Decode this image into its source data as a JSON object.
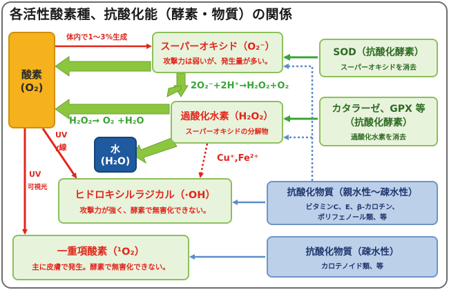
{
  "title": "各活性酸素種、抗酸化能（酵素・物質）の関係",
  "oxygen": {
    "line1": "酸素",
    "line2": "(O₂)"
  },
  "superoxide": {
    "title": "スーパーオキシド（O₂⁻）",
    "desc": "攻撃力は弱いが、発生量が多い。"
  },
  "peroxide": {
    "title": "過酸化水素（H₂O₂）",
    "desc": "スーパーオキシドの分解物"
  },
  "water": {
    "line1": "水",
    "line2": "(H₂O)"
  },
  "hydroxyl": {
    "title": "ヒドロキシルラジカル（·OH）",
    "desc": "攻撃力が強く、酵素で無害化できない。"
  },
  "singlet": {
    "title": "一重項酸素（¹O₂）",
    "desc": "主に皮膚で発生。酵素で無害化できない。"
  },
  "sod": {
    "title": "SOD（抗酸化酵素）",
    "desc": "スーパーオキシドを消去"
  },
  "catalase": {
    "line1": "カタラーゼ、GPX 等",
    "line2": "（抗酸化酵素）",
    "desc": "過酸化水素を消去"
  },
  "antiox_both": {
    "title": "抗酸化物質（親水性〜疎水性）",
    "desc1": "ビタミンC、E、β-カロチン、",
    "desc2": "ポリフェノール類、等"
  },
  "antiox_hydro": {
    "title": "抗酸化物質（疎水性）",
    "desc": "カロテノイド類、等"
  },
  "labels": {
    "body_gen": "体内で1～3%生成",
    "reaction1": "2O₂⁻+2H⁺→H₂O₂+O₂",
    "reaction2": "H₂O₂→ O₂ +H₂O",
    "metals": "Cu⁺,Fe²⁺",
    "uv1": "UV",
    "gamma": "γ線",
    "uv2": "UV",
    "visible": "可視光"
  },
  "colors": {
    "red": "#e0271c",
    "green": "#3aa335",
    "blue": "#5b8cc8",
    "orange": "#f6b21c",
    "navy": "#1f5a9e"
  }
}
